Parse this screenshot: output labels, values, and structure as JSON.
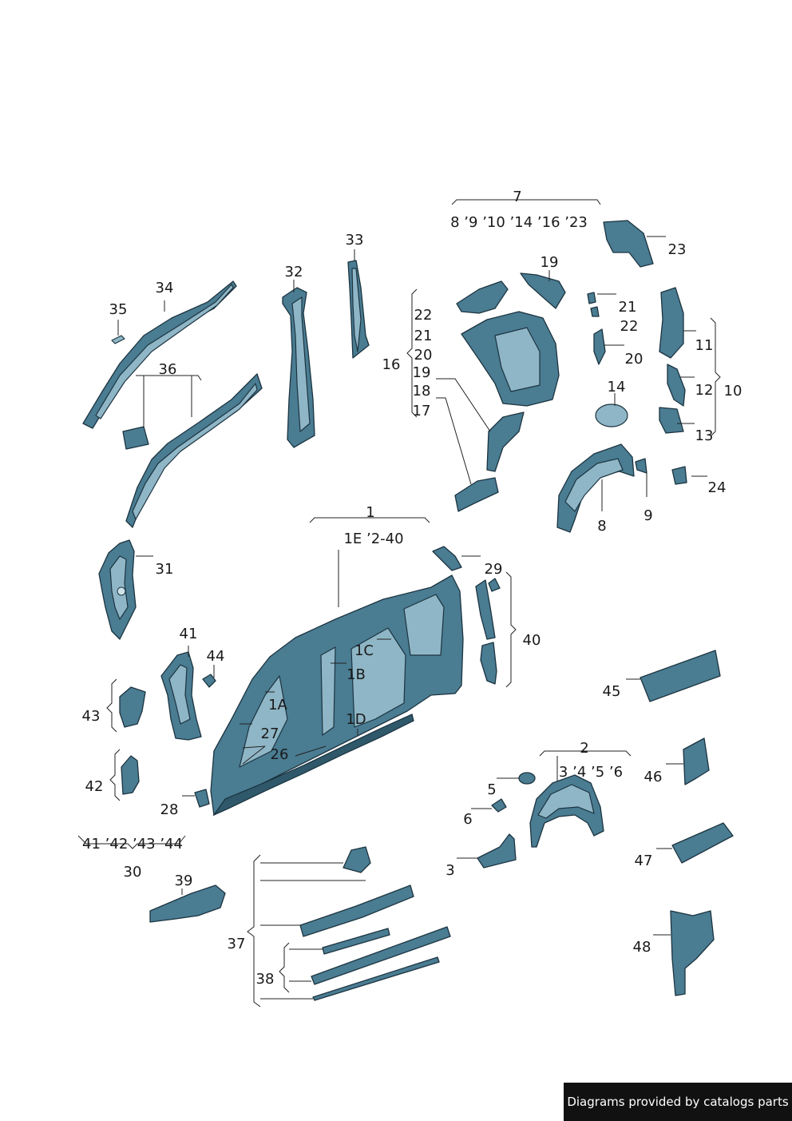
{
  "labels": {
    "l1": "1",
    "l1_sub": "1E ’2-40",
    "l1A": "1A",
    "l1B": "1B",
    "l1C": "1C",
    "l1D": "1D",
    "l2": "2",
    "l2_sub": "3 ’4 ’5 ’6",
    "l3": "3",
    "l5": "5",
    "l6": "6",
    "l7": "7",
    "l7_sub": "8 ’9 ’10 ’14 ’16 ’23",
    "l8": "8",
    "l9": "9",
    "l10": "10",
    "l11": "11",
    "l12": "12",
    "l13": "13",
    "l14": "14",
    "l16": "16",
    "l17": "17",
    "l18": "18",
    "l19a": "19",
    "l20a": "20",
    "l21a": "21",
    "l22a": "22",
    "l19b": "19",
    "l20b": "20",
    "l21b": "21",
    "l22b": "22",
    "l23": "23",
    "l24": "24",
    "l26": "26",
    "l27": "27",
    "l28": "28",
    "l29": "29",
    "l30": "30",
    "l30_sub": "41 ’42 ’43 ’44",
    "l31": "31",
    "l32": "32",
    "l33": "33",
    "l34": "34",
    "l35": "35",
    "l36": "36",
    "l37": "37",
    "l38": "38",
    "l39": "39",
    "l40": "40",
    "l41": "41",
    "l42": "42",
    "l43": "43",
    "l44": "44",
    "l45": "45",
    "l46": "46",
    "l47": "47",
    "l48": "48"
  },
  "footer": {
    "text": "Diagrams provided by catalogs parts"
  },
  "colors": {
    "part": "#4a7c92",
    "part_light": "#8fb6c6",
    "outline": "#1c3440"
  }
}
